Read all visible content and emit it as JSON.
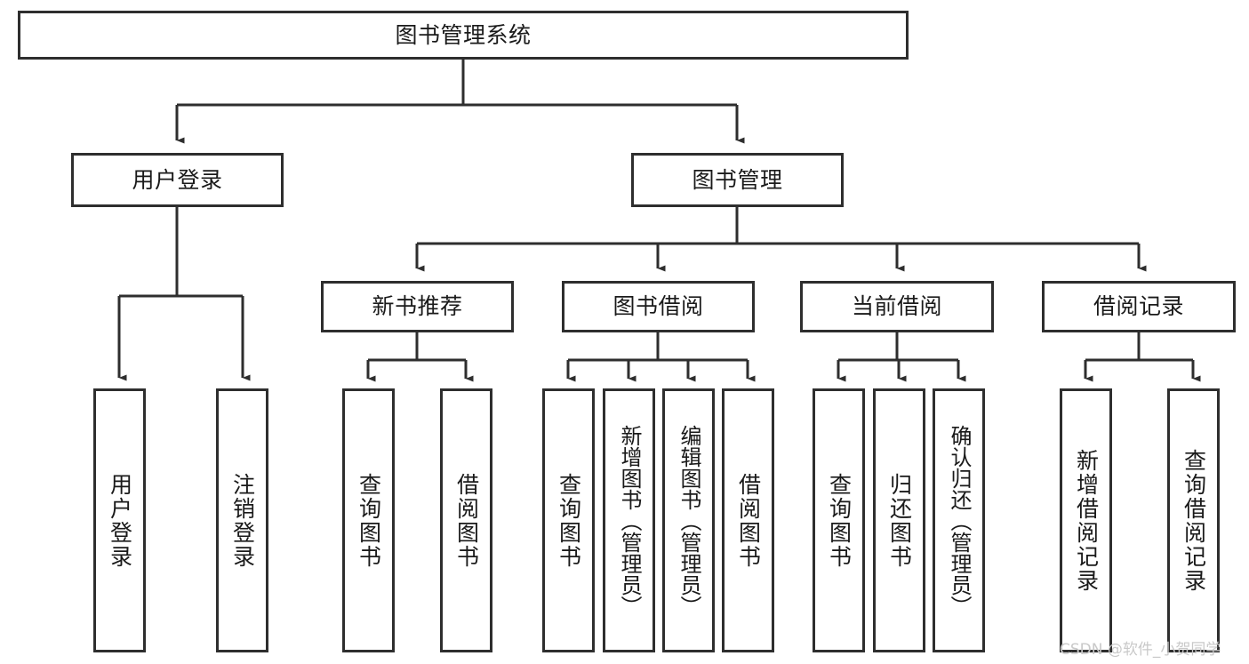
{
  "diagram": {
    "title": "图书管理系统",
    "watermark": "CSDN @软件_小贺同学",
    "colors": {
      "border": "#2e2e2e",
      "background": "#ffffff",
      "text": "#1a1a1a",
      "watermark": "#c9c9c9"
    },
    "root": {
      "label": "图书管理系统"
    },
    "level1": [
      {
        "label": "用户登录"
      },
      {
        "label": "图书管理"
      }
    ],
    "level2": [
      {
        "label": "新书推荐"
      },
      {
        "label": "图书借阅"
      },
      {
        "label": "当前借阅"
      },
      {
        "label": "借阅记录"
      }
    ],
    "leaves": {
      "user_login": [
        {
          "label": "用户登录"
        },
        {
          "label": "注销登录"
        }
      ],
      "new_book_recommend": [
        {
          "label": "查询图书"
        },
        {
          "label": "借阅图书"
        }
      ],
      "book_borrow": [
        {
          "label": "查询图书"
        },
        {
          "label": "新增图书（管理员）"
        },
        {
          "label": "编辑图书（管理员）"
        },
        {
          "label": "借阅图书"
        }
      ],
      "current_borrow": [
        {
          "label": "查询图书"
        },
        {
          "label": "归还图书"
        },
        {
          "label": "确认归还（管理员）"
        }
      ],
      "borrow_record": [
        {
          "label": "新增借阅记录"
        },
        {
          "label": "查询借阅记录"
        }
      ]
    }
  }
}
